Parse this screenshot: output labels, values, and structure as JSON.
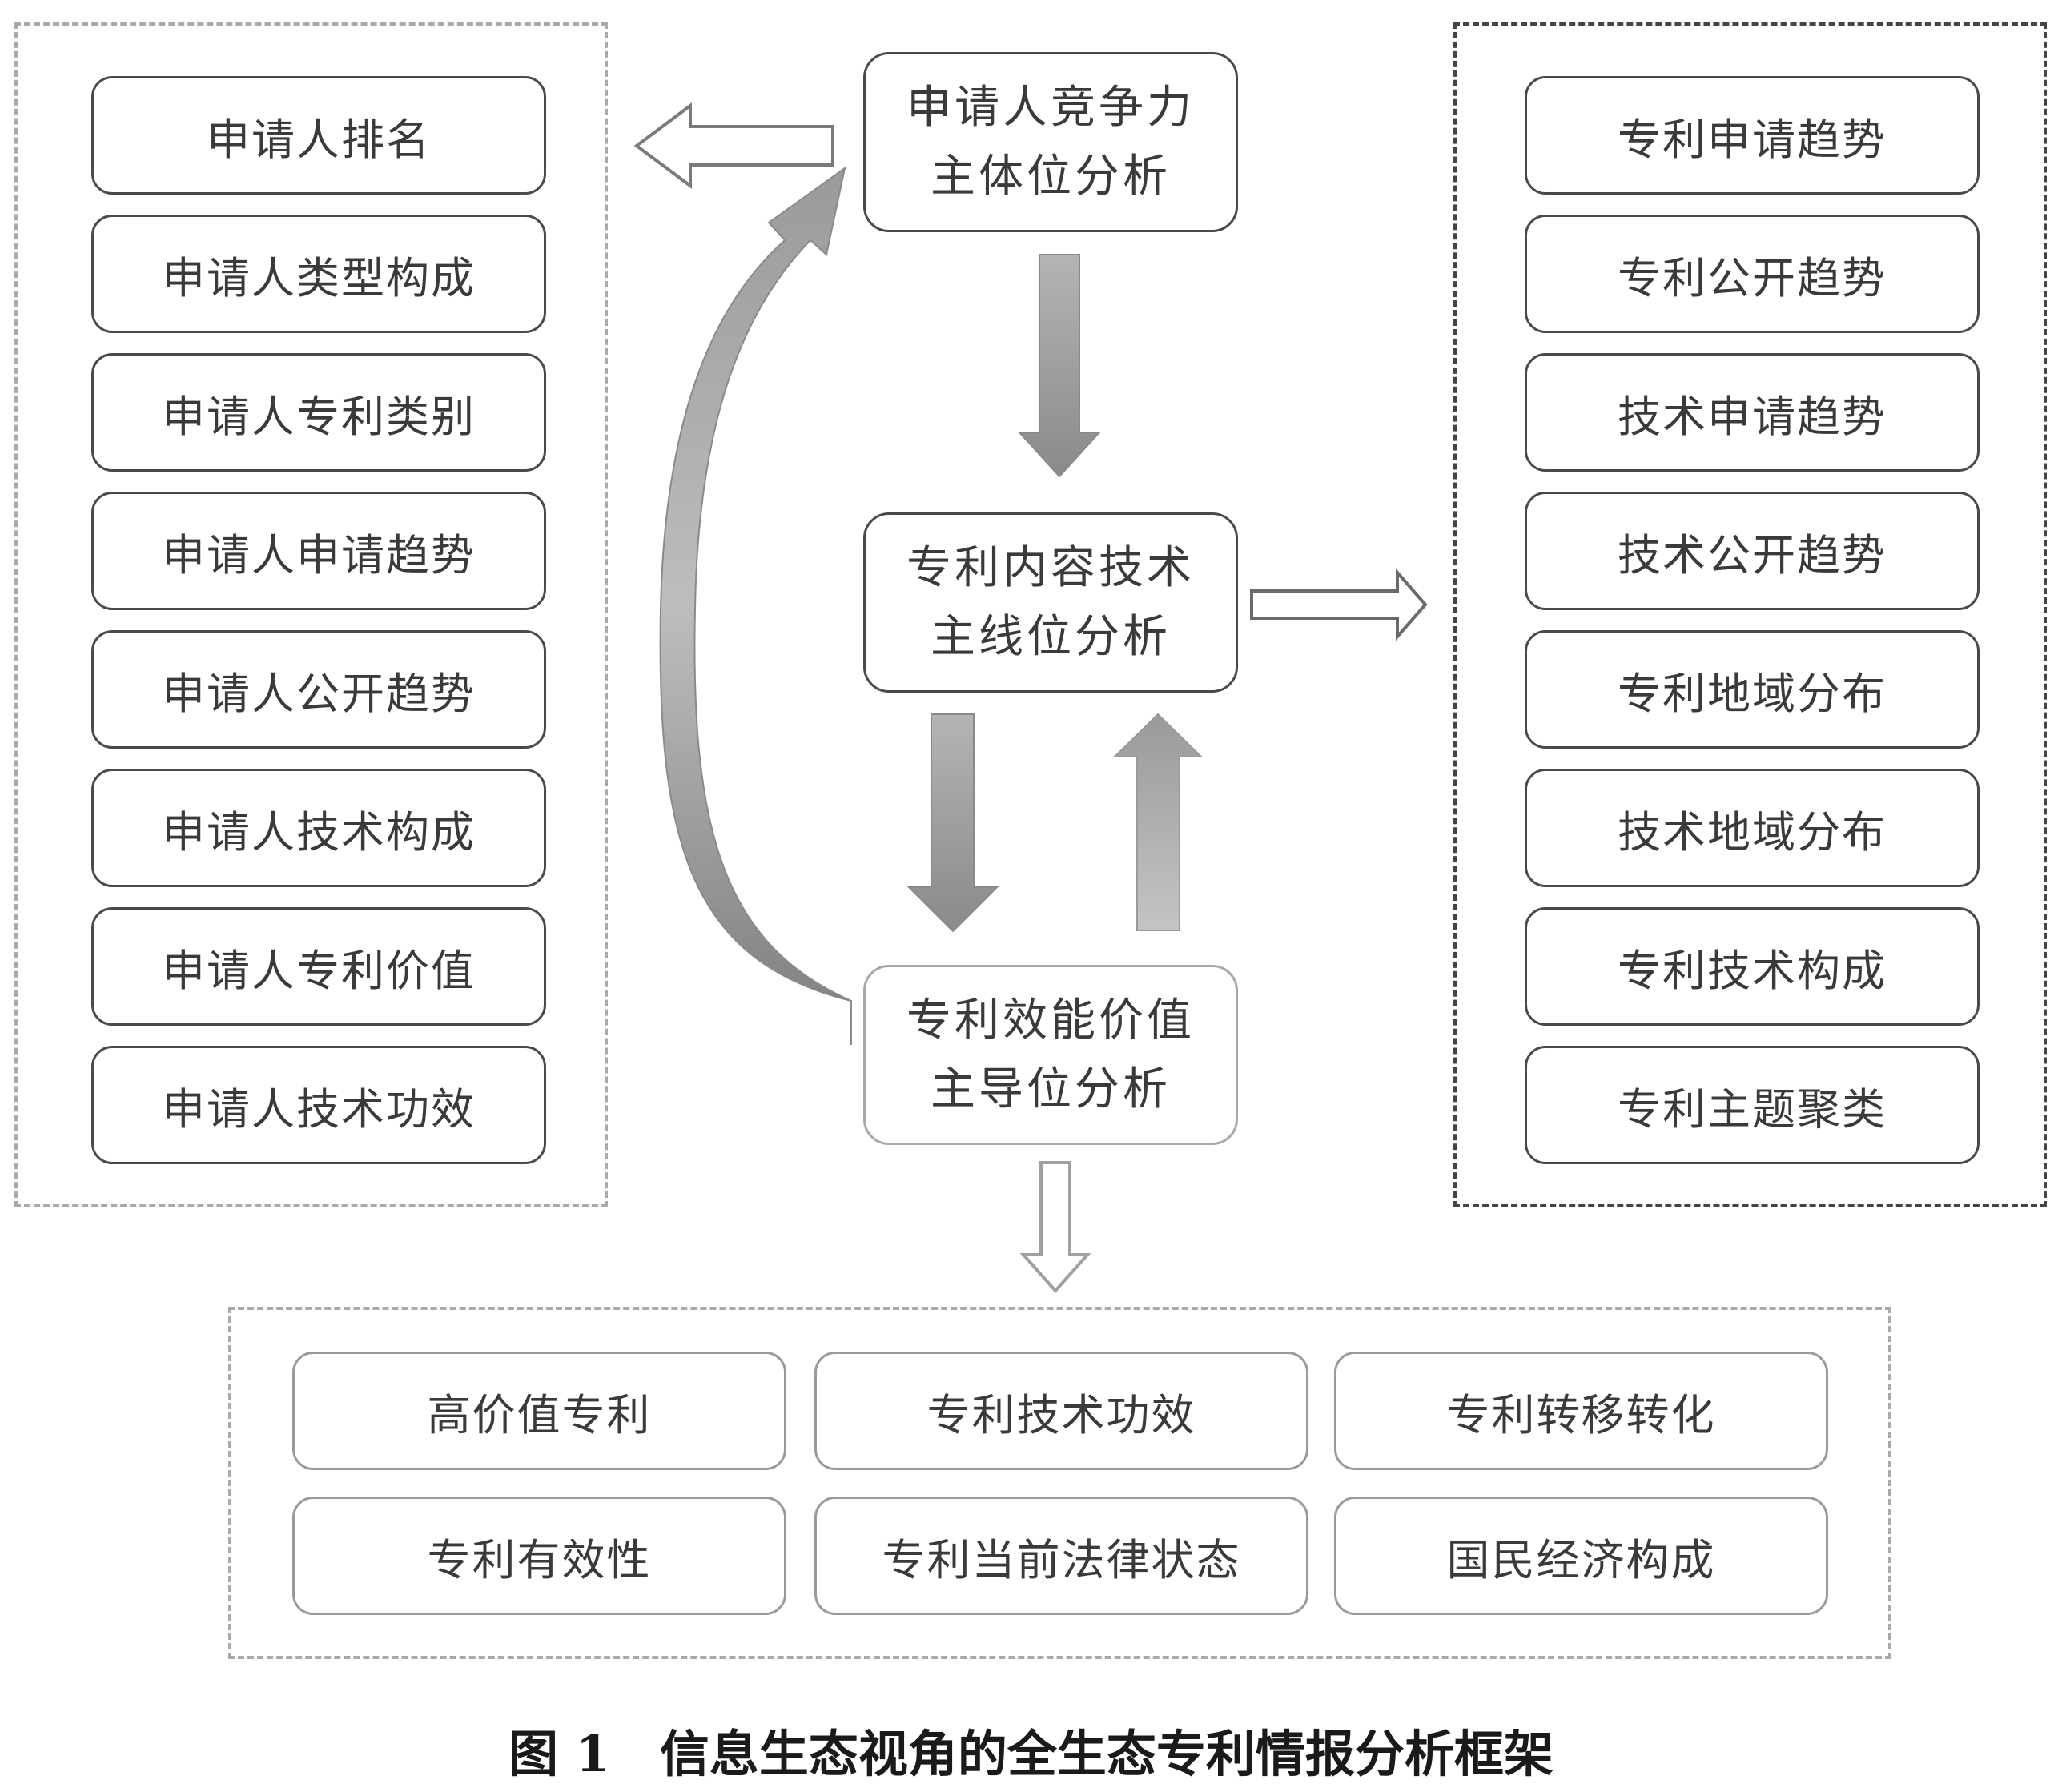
{
  "center": {
    "top": [
      "申请人竞争力",
      "主体位分析"
    ],
    "middle": [
      "专利内容技术",
      "主线位分析"
    ],
    "bottom": [
      "专利效能价值",
      "主导位分析"
    ]
  },
  "left_panel": {
    "items": [
      "申请人排名",
      "申请人类型构成",
      "申请人专利类别",
      "申请人申请趋势",
      "申请人公开趋势",
      "申请人技术构成",
      "申请人专利价值",
      "申请人技术功效"
    ]
  },
  "right_panel": {
    "items": [
      "专利申请趋势",
      "专利公开趋势",
      "技术申请趋势",
      "技术公开趋势",
      "专利地域分布",
      "技术地域分布",
      "专利技术构成",
      "专利主题聚类"
    ]
  },
  "bottom_panel": {
    "items": [
      "高价值专利",
      "专利技术功效",
      "专利转移转化",
      "专利有效性",
      "专利当前法律状态",
      "国民经济构成"
    ]
  },
  "caption": "图 1　信息生态视角的全生态专利情报分析框架"
}
